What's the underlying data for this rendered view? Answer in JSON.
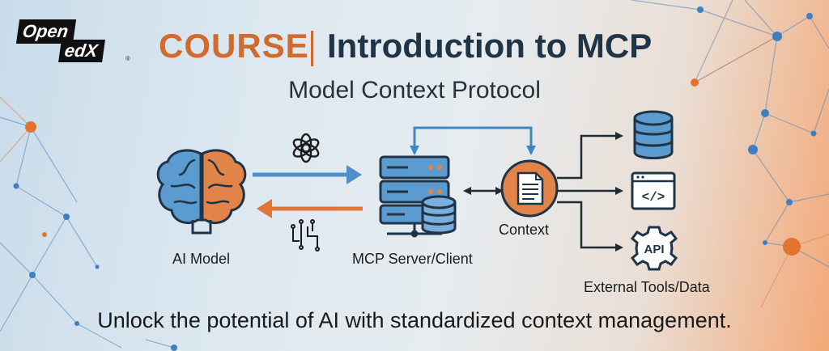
{
  "brand": {
    "logo_line1": "Open",
    "logo_line2": "edX",
    "logo_mark": "®"
  },
  "header": {
    "course_label": "COURSE",
    "title": "Introduction to MCP",
    "subtitle": "Model Context Protocol"
  },
  "diagram": {
    "ai_model_label": "AI Model",
    "server_label": "MCP Server/Client",
    "context_label": "Context",
    "external_label": "External Tools/Data",
    "api_badge": "API",
    "code_glyph": "</>"
  },
  "tagline": "Unlock the potential of AI with standardized context management.",
  "colors": {
    "accent_orange": "#d06a2e",
    "accent_blue": "#3f87c4",
    "dark_navy": "#1f3447",
    "icon_blue": "#5b9bd0",
    "icon_orange": "#e2844a"
  },
  "icons": [
    "brain-icon",
    "openai-icon",
    "circuit-icon",
    "server-stack-icon",
    "database-icon",
    "document-icon",
    "code-window-icon",
    "api-gear-icon"
  ]
}
